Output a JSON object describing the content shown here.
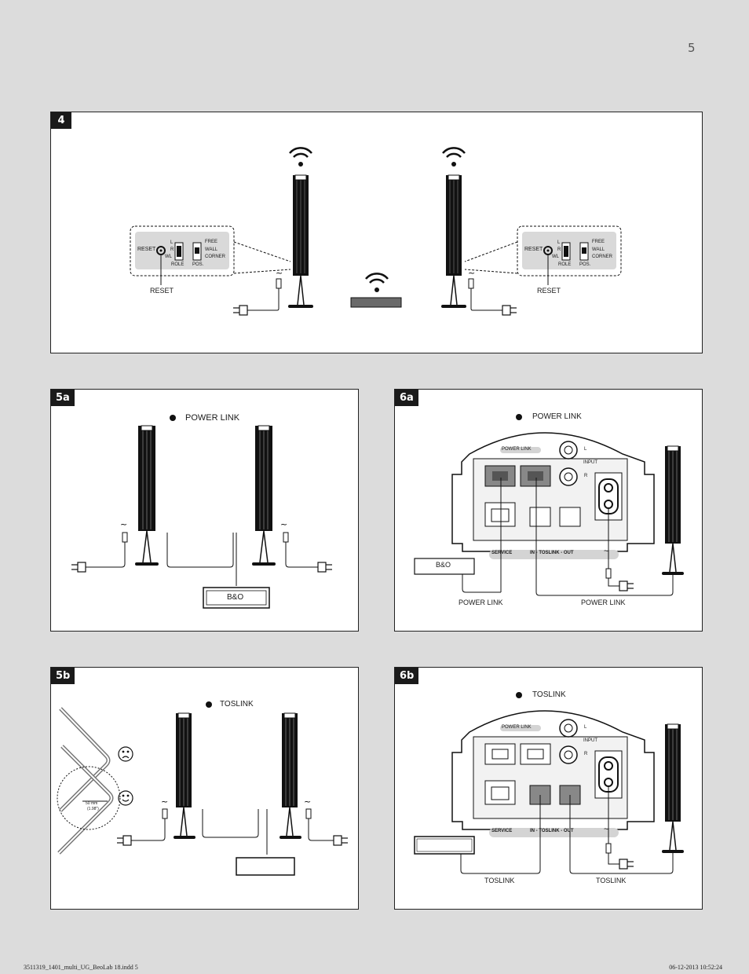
{
  "page_number": "5",
  "panels": {
    "p4": {
      "tag": "4",
      "reset_small": "RESET",
      "switch_l": "L",
      "switch_r": "R",
      "switch_wl": "WL",
      "role": "ROLE",
      "pos": "POS.",
      "free": "FREE",
      "wall": "WALL",
      "corner": "CORNER",
      "reset_caption": "RESET"
    },
    "p5a": {
      "tag": "5a",
      "legend": "POWER LINK",
      "box": "B&O"
    },
    "p5b": {
      "tag": "5b",
      "legend": "TOSLINK",
      "distance": "50 mm",
      "distance_in": "(1.98\")"
    },
    "p6a": {
      "tag": "6a",
      "legend": "POWER LINK",
      "power_link": "POWER LINK",
      "input": "INPUT",
      "in_l": "L",
      "in_r": "R",
      "service": "SERVICE",
      "toslink_io": "IN - TOSLINK - OUT",
      "box": "B&O",
      "cable_left": "POWER LINK",
      "cable_right": "POWER LINK"
    },
    "p6b": {
      "tag": "6b",
      "legend": "TOSLINK",
      "power_link": "POWER LINK",
      "input": "INPUT",
      "in_l": "L",
      "in_r": "R",
      "service": "SERVICE",
      "toslink_io": "IN - TOSLINK - OUT",
      "cable_left": "TOSLINK",
      "cable_right": "TOSLINK"
    }
  },
  "footer": {
    "left": "3511319_1401_multi_UG_BeoLab 18.indd   5",
    "right": "06-12-2013   10:52:24"
  }
}
